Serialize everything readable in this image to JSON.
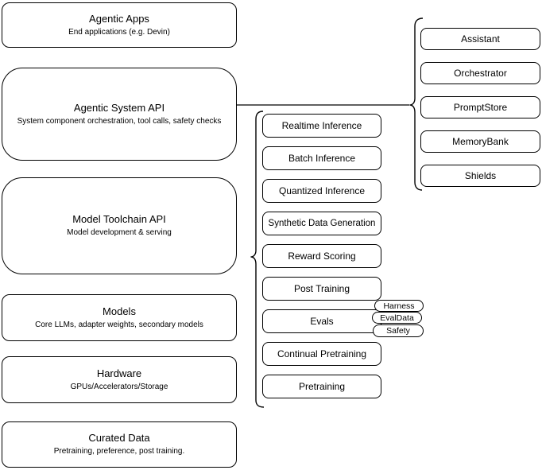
{
  "left_stack": {
    "items": [
      {
        "title": "Agentic Apps",
        "subtitle": "End applications (e.g. Devin)"
      },
      {
        "title": "Agentic System API",
        "subtitle": "System component orchestration, tool calls, safety checks"
      },
      {
        "title": "Model Toolchain API",
        "subtitle": "Model development & serving"
      },
      {
        "title": "Models",
        "subtitle": "Core LLMs, adapter weights, secondary models"
      },
      {
        "title": "Hardware",
        "subtitle": "GPUs/Accelerators/Storage"
      },
      {
        "title": "Curated Data",
        "subtitle": "Pretraining, preference, post training."
      }
    ]
  },
  "toolchain_services": {
    "items": [
      "Realtime Inference",
      "Batch Inference",
      "Quantized Inference",
      "Synthetic Data Generation",
      "Reward Scoring",
      "Post Training",
      "Evals",
      "Continual Pretraining",
      "Pretraining"
    ]
  },
  "system_components": {
    "items": [
      "Assistant",
      "Orchestrator",
      "PromptStore",
      "MemoryBank",
      "Shields"
    ]
  },
  "evals_tags": {
    "items": [
      "Harness",
      "EvalData",
      "Safety"
    ]
  },
  "colors": {
    "stroke": "#000000",
    "fill": "#ffffff"
  }
}
